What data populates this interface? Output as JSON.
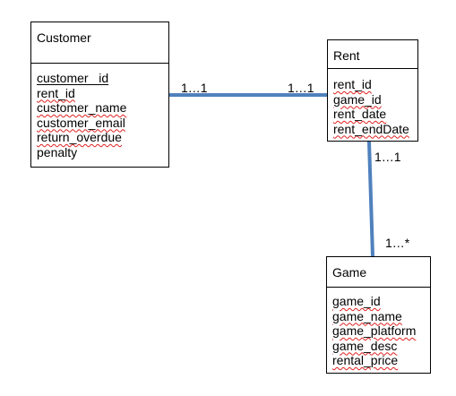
{
  "entities": {
    "customer": {
      "title": "Customer",
      "attributes": [
        "customer_ id",
        "rent_id",
        "customer_name",
        "customer_email",
        "return_overdue",
        "penalty"
      ]
    },
    "rent": {
      "title": "Rent",
      "attributes": [
        "rent_id",
        "game_id",
        "rent_date",
        "rent_endDate"
      ]
    },
    "game": {
      "title": "Game",
      "attributes": [
        "game_id",
        "game_name",
        "game_platform",
        "game_desc",
        "rental_price"
      ]
    }
  },
  "relationships": {
    "customer_rent": {
      "left_multiplicity": "1…1",
      "right_multiplicity": "1…1"
    },
    "rent_game": {
      "top_multiplicity": "1…1",
      "bottom_multiplicity": "1…*"
    }
  },
  "colors": {
    "connector": "#4f81bd",
    "spellcheck_underline": "#e02020",
    "border": "#000000"
  }
}
